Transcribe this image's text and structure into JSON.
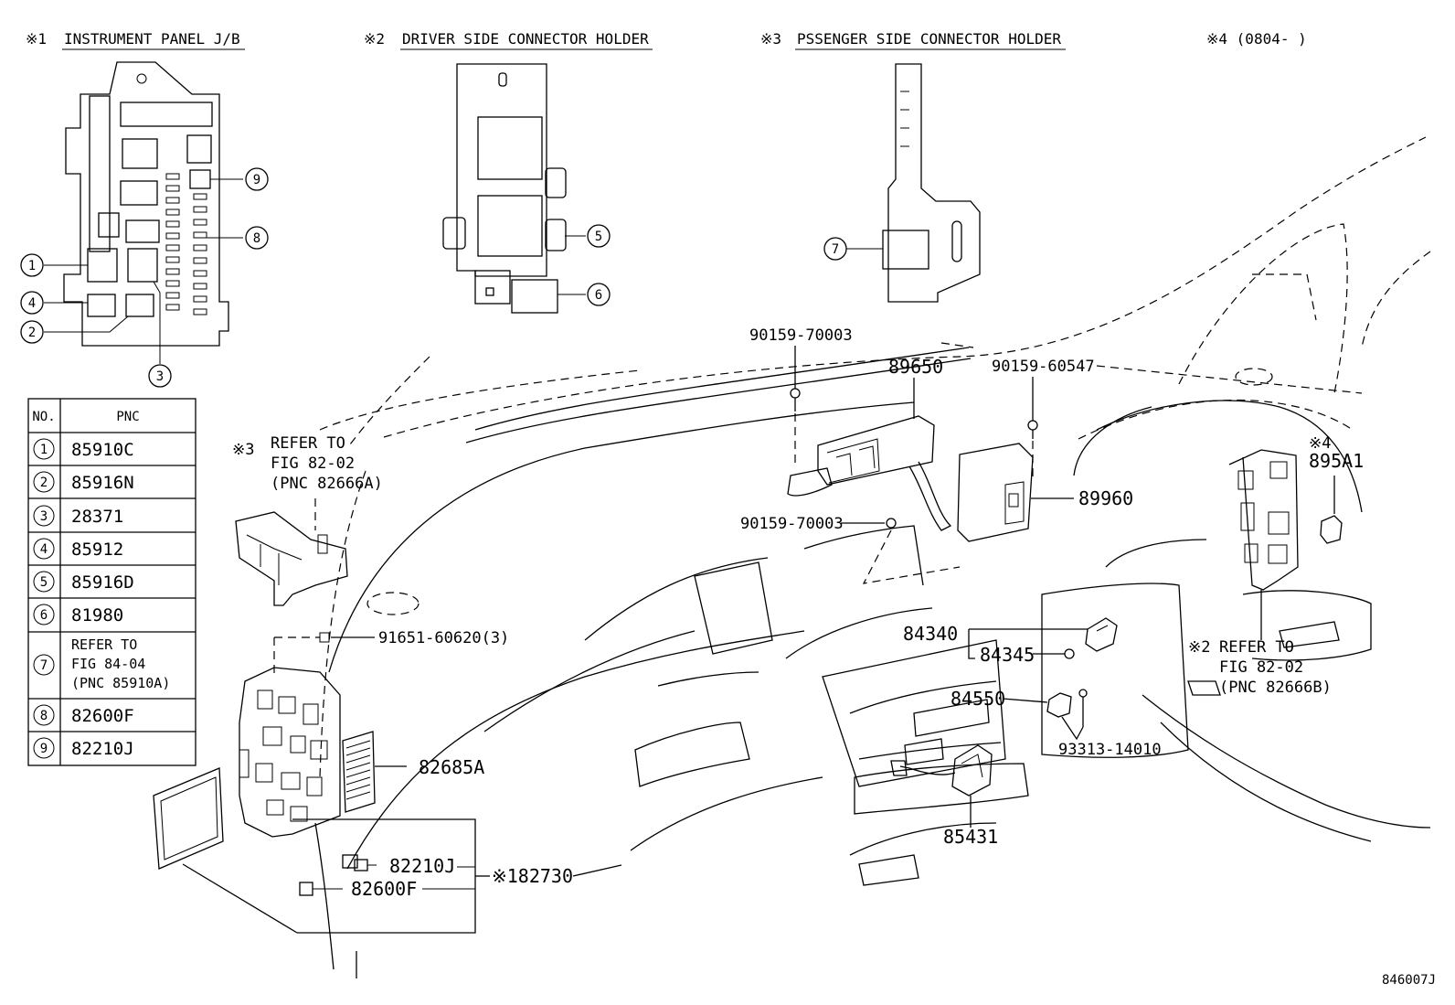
{
  "headers": {
    "h1_mark": "※1",
    "h1_text": "INSTRUMENT PANEL J/B",
    "h2_mark": "※2",
    "h2_text": "DRIVER SIDE CONNECTOR HOLDER",
    "h3_mark": "※3",
    "h3_text": "PSSENGER SIDE CONNECTOR HOLDER",
    "h4": "※4 (0804-    )"
  },
  "callout_numbers": [
    "1",
    "2",
    "3",
    "4",
    "5",
    "6",
    "7",
    "8",
    "9"
  ],
  "table": {
    "col_no": "NO.",
    "col_pnc": "PNC",
    "rows": [
      {
        "no": "1",
        "pnc": "85910C"
      },
      {
        "no": "2",
        "pnc": "85916N"
      },
      {
        "no": "3",
        "pnc": "28371"
      },
      {
        "no": "4",
        "pnc": "85912"
      },
      {
        "no": "5",
        "pnc": "85916D"
      },
      {
        "no": "6",
        "pnc": "81980"
      },
      {
        "no": "7",
        "pnc_lines": [
          "REFER TO",
          "FIG 84-04",
          "(PNC 85910A)"
        ]
      },
      {
        "no": "8",
        "pnc": "82600F"
      },
      {
        "no": "9",
        "pnc": "82210J"
      }
    ]
  },
  "parts": {
    "p90159_70003_a": "90159-70003",
    "p89650": "89650",
    "p90159_60547": "90159-60547",
    "p90159_70003_b": "90159-70003",
    "p89960": "89960",
    "p895A1_mark": "※4",
    "p895A1": "895A1",
    "p84340": "84340",
    "p84345": "84345",
    "p84550": "84550",
    "p93313": "93313-14010",
    "p85431": "85431",
    "p91651": "91651-60620(3)",
    "p82685A": "82685A",
    "p82210J": "82210J",
    "p82600F": "82600F",
    "p82730": "※182730"
  },
  "refer3": {
    "mark": "※3",
    "l1": "REFER TO",
    "l2": "FIG 82-02",
    "l3": "(PNC 82666A)"
  },
  "refer2": {
    "mark": "※2",
    "l1": "REFER TO",
    "l2": "FIG 82-02",
    "l3": "(PNC 82666B)"
  },
  "figure_id": "846007J"
}
